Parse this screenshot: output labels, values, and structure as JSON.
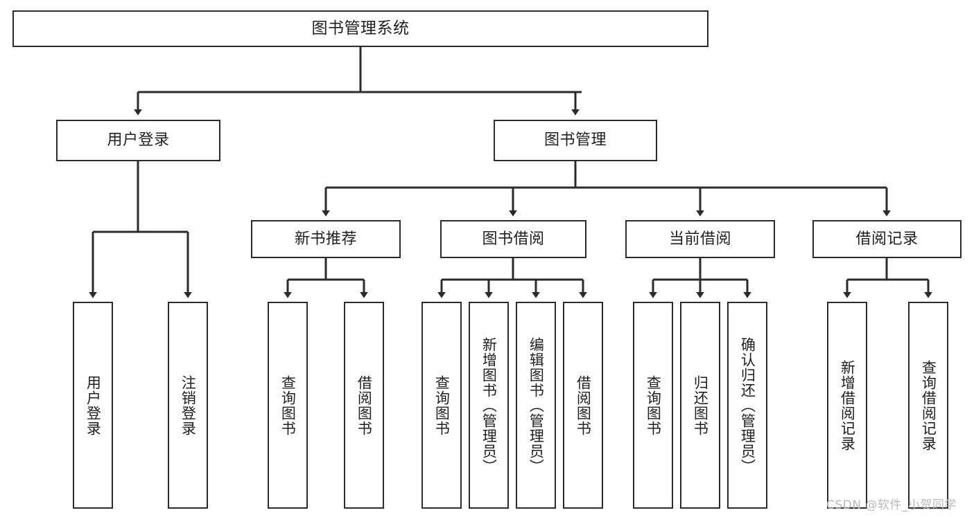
{
  "diagram": {
    "title": "图书管理系统",
    "type": "tree",
    "watermark": "CSDN @软件_小贺同学",
    "colors": {
      "box_border": "#2b2b2b",
      "box_fill": "#ffffff",
      "edge": "#2b2b2b",
      "background": "#ffffff",
      "watermark": "#b9b9b9"
    },
    "levels": {
      "root": [
        "图书管理系统"
      ],
      "level2": [
        "用户登录",
        "图书管理"
      ],
      "level3": [
        "新书推荐",
        "图书借阅",
        "当前借阅",
        "借阅记录"
      ],
      "leaves": [
        "用户登录",
        "注销登录",
        "查询图书",
        "借阅图书",
        "查询图书",
        "新增图书（管理员）",
        "编辑图书（管理员）",
        "借阅图书",
        "查询图书",
        "归还图书",
        "确认归还（管理员）",
        "新增借阅记录",
        "查询借阅记录"
      ]
    },
    "nodes": {
      "root": {
        "label": "图书管理系统"
      },
      "user_login": {
        "label": "用户登录"
      },
      "book_manage": {
        "label": "图书管理"
      },
      "new_book_rec": {
        "label": "新书推荐"
      },
      "book_borrow": {
        "label": "图书借阅"
      },
      "current_borrow": {
        "label": "当前借阅"
      },
      "borrow_record": {
        "label": "借阅记录"
      },
      "leaf_user_login": {
        "label": "用户登录"
      },
      "leaf_logout": {
        "label": "注销登录"
      },
      "leaf_query_book_a": {
        "label": "查询图书"
      },
      "leaf_borrow_book_a": {
        "label": "借阅图书"
      },
      "leaf_query_book_b": {
        "label": "查询图书"
      },
      "leaf_add_book": {
        "label": "新增图书（管理员）"
      },
      "leaf_edit_book": {
        "label": "编辑图书（管理员）"
      },
      "leaf_borrow_book_b": {
        "label": "借阅图书"
      },
      "leaf_query_book_c": {
        "label": "查询图书"
      },
      "leaf_return_book": {
        "label": "归还图书"
      },
      "leaf_confirm_return": {
        "label": "确认归还（管理员）"
      },
      "leaf_add_record": {
        "label": "新增借阅记录"
      },
      "leaf_query_record": {
        "label": "查询借阅记录"
      }
    },
    "edges": [
      {
        "from": "root",
        "to": "user_login"
      },
      {
        "from": "root",
        "to": "book_manage"
      },
      {
        "from": "user_login",
        "to": "leaf_user_login"
      },
      {
        "from": "user_login",
        "to": "leaf_logout"
      },
      {
        "from": "book_manage",
        "to": "new_book_rec"
      },
      {
        "from": "book_manage",
        "to": "book_borrow"
      },
      {
        "from": "book_manage",
        "to": "current_borrow"
      },
      {
        "from": "book_manage",
        "to": "borrow_record"
      },
      {
        "from": "new_book_rec",
        "to": "leaf_query_book_a"
      },
      {
        "from": "new_book_rec",
        "to": "leaf_borrow_book_a"
      },
      {
        "from": "book_borrow",
        "to": "leaf_query_book_b"
      },
      {
        "from": "book_borrow",
        "to": "leaf_add_book"
      },
      {
        "from": "book_borrow",
        "to": "leaf_edit_book"
      },
      {
        "from": "book_borrow",
        "to": "leaf_borrow_book_b"
      },
      {
        "from": "current_borrow",
        "to": "leaf_query_book_c"
      },
      {
        "from": "current_borrow",
        "to": "leaf_return_book"
      },
      {
        "from": "current_borrow",
        "to": "leaf_confirm_return"
      },
      {
        "from": "borrow_record",
        "to": "leaf_add_record"
      },
      {
        "from": "borrow_record",
        "to": "leaf_query_record"
      }
    ]
  }
}
